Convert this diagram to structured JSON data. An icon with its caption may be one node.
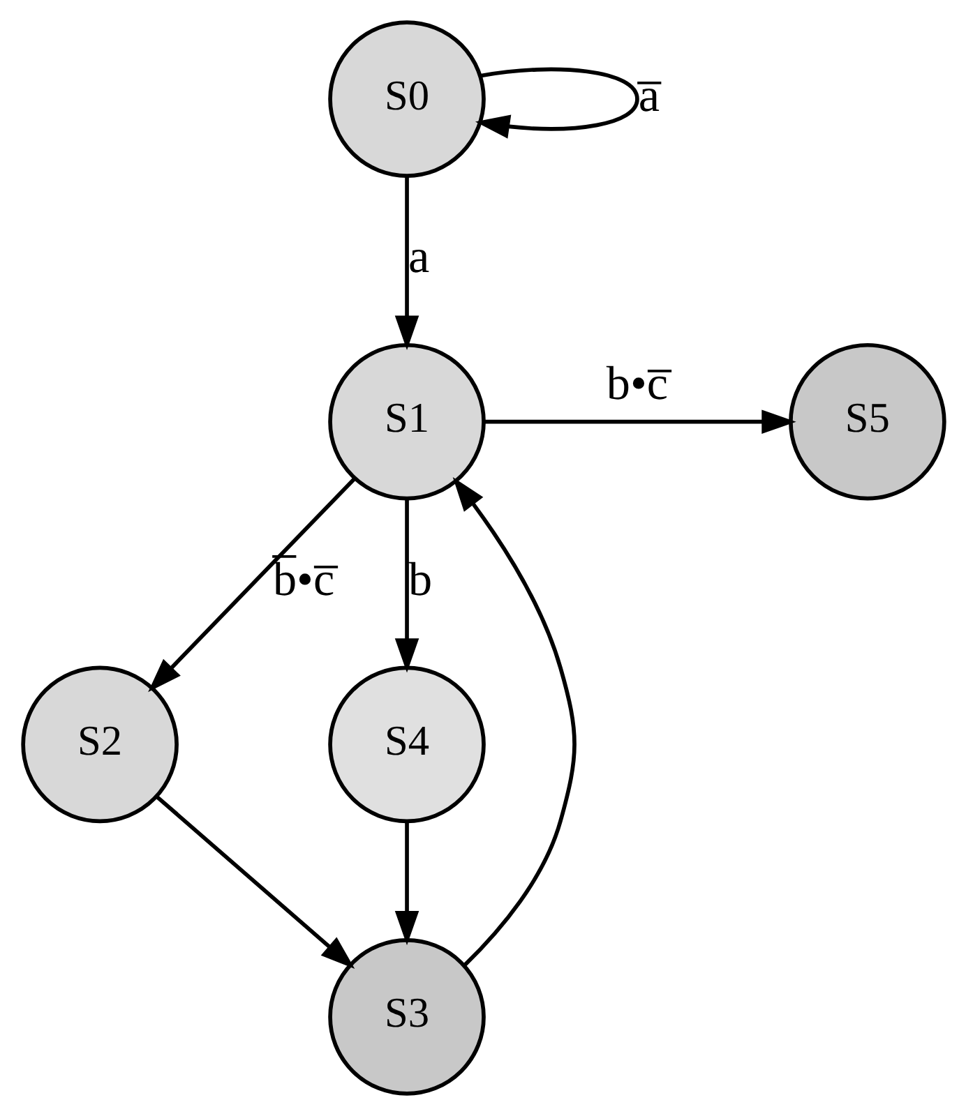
{
  "diagram": {
    "nodes": [
      {
        "text": [
          "S0"
        ]
      },
      {
        "text": [
          "S1"
        ]
      },
      {
        "text": [
          "S5"
        ]
      },
      {
        "text": [
          "S2"
        ]
      },
      {
        "text": [
          "S4"
        ]
      },
      {
        "text": [
          "S3"
        ]
      }
    ],
    "edges": [
      {
        "from": 0,
        "to": 0,
        "arrow": "to",
        "label": "a̅"
      },
      {
        "from": 0,
        "to": 1,
        "arrow": "to",
        "label": "a"
      },
      {
        "from": 1,
        "to": 2,
        "arrow": "to",
        "label": "b•c̅"
      },
      {
        "from": 1,
        "to": 3,
        "arrow": "to",
        "label": "b̅•c̅"
      },
      {
        "from": 1,
        "to": 4,
        "arrow": "to",
        "label": "b"
      },
      {
        "from": 3,
        "to": 5,
        "arrow": "to"
      },
      {
        "from": 4,
        "to": 5,
        "arrow": "to"
      },
      {
        "from": 5,
        "to": 1,
        "arrow": "to"
      }
    ]
  }
}
